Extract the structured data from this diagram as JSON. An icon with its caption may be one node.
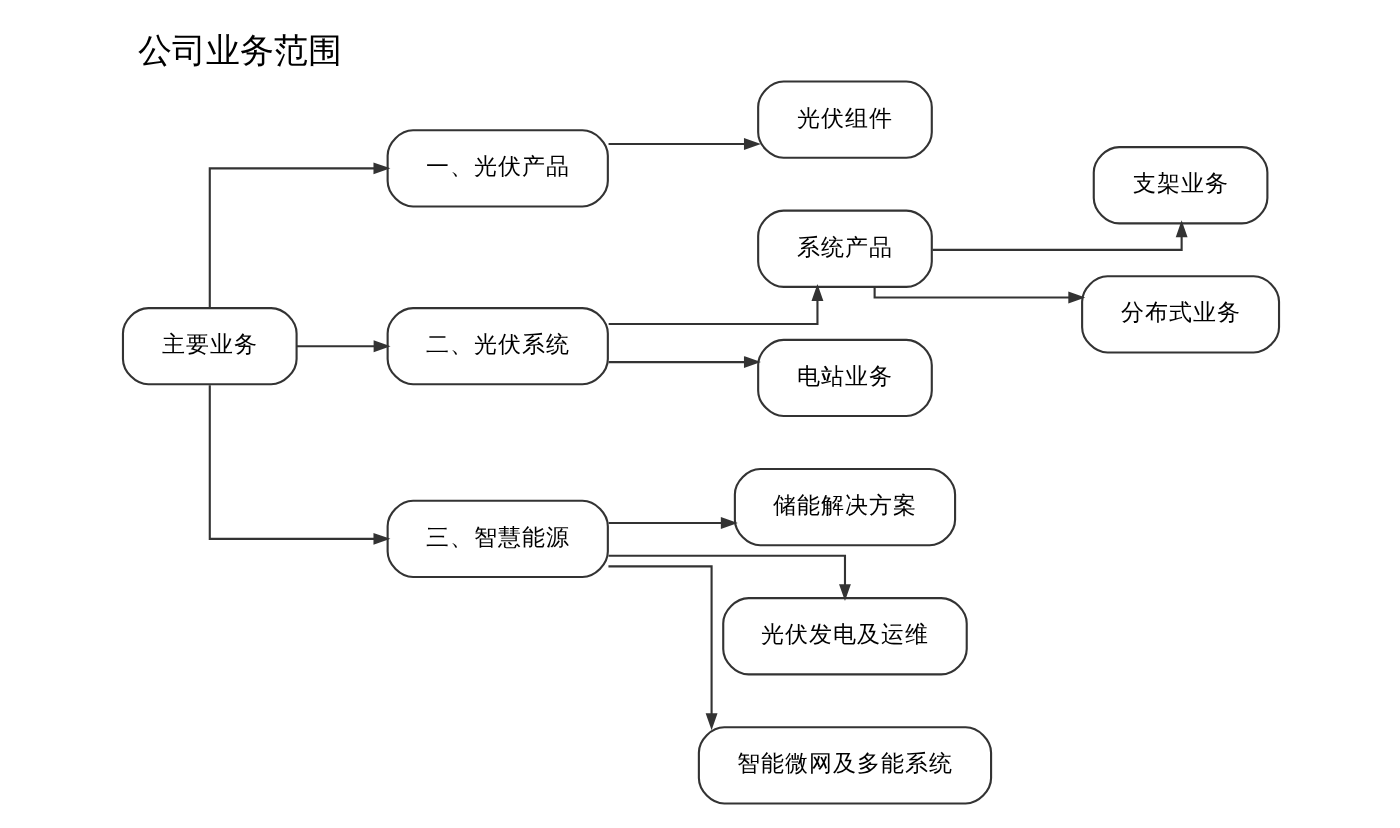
{
  "diagram": {
    "title": "公司业务范围",
    "nodes": [
      {
        "text": [
          "主要业务"
        ]
      },
      {
        "text": [
          "一、光伏产品"
        ]
      },
      {
        "text": [
          "光伏组件"
        ]
      },
      {
        "text": [
          "二、光伏系统"
        ]
      },
      {
        "text": [
          "系统产品"
        ]
      },
      {
        "text": [
          "支架业务"
        ]
      },
      {
        "text": [
          "分布式业务"
        ]
      },
      {
        "text": [
          "电站业务"
        ]
      },
      {
        "text": [
          "三、智慧能源"
        ]
      },
      {
        "text": [
          "储能解决方案"
        ]
      },
      {
        "text": [
          "光伏发电及运维"
        ]
      },
      {
        "text": [
          "智能微网及多能系统"
        ]
      }
    ],
    "edges": [
      {
        "from": 0,
        "to": 1,
        "arrow": "to"
      },
      {
        "from": 0,
        "to": 3,
        "arrow": "to"
      },
      {
        "from": 0,
        "to": 8,
        "arrow": "to"
      },
      {
        "from": 1,
        "to": 2,
        "arrow": "to"
      },
      {
        "from": 3,
        "to": 4,
        "arrow": "to"
      },
      {
        "from": 3,
        "to": 7,
        "arrow": "to"
      },
      {
        "from": 4,
        "to": 5,
        "arrow": "to"
      },
      {
        "from": 4,
        "to": 6,
        "arrow": "to"
      },
      {
        "from": 8,
        "to": 9,
        "arrow": "to"
      },
      {
        "from": 8,
        "to": 10,
        "arrow": "to"
      },
      {
        "from": 8,
        "to": 11,
        "arrow": "to"
      }
    ]
  }
}
